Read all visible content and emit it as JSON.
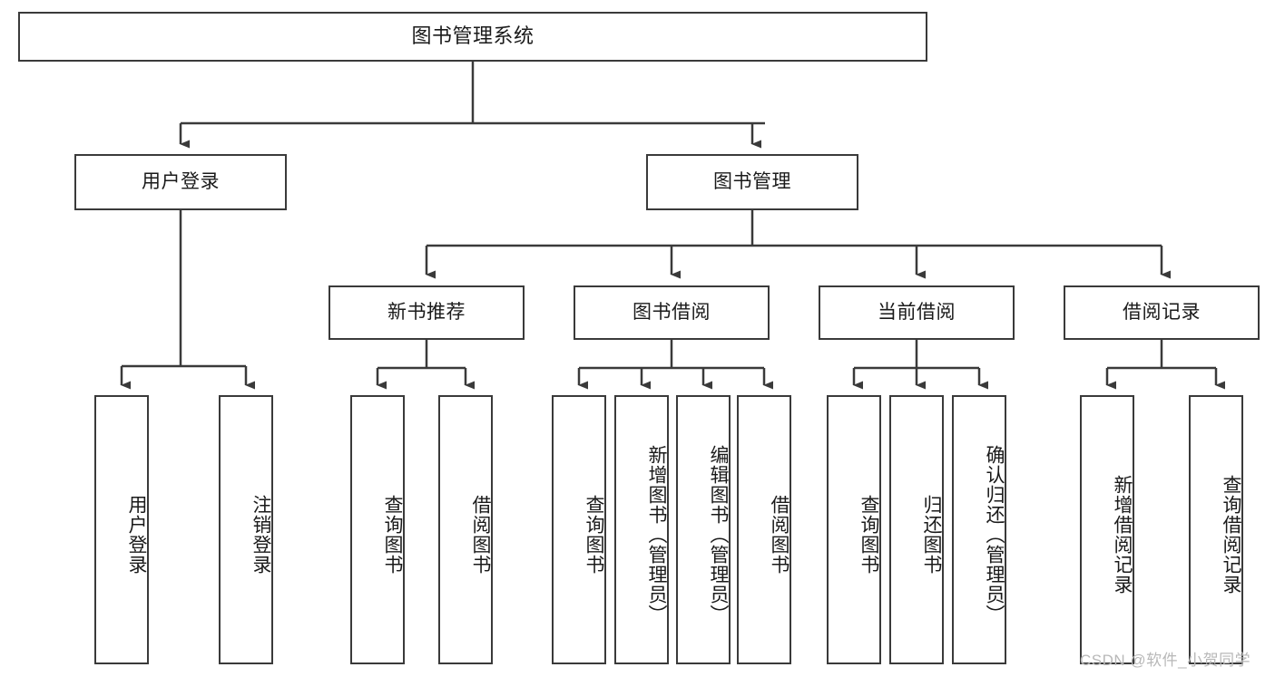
{
  "diagram": {
    "type": "tree",
    "title": "图书管理系统",
    "watermark": "CSDN @软件_小贺同学",
    "colors": {
      "stroke": "#3a3a3a",
      "fill": "#ffffff",
      "text": "#1a1a1a",
      "watermark": "#b8b8b8"
    },
    "nodes": {
      "root": "图书管理系统",
      "level2": [
        "用户登录",
        "图书管理"
      ],
      "level3": [
        "新书推荐",
        "图书借阅",
        "当前借阅",
        "借阅记录"
      ],
      "leaves": {
        "user_login": [
          "用户登录",
          "注销登录"
        ],
        "new_book": [
          "查询图书",
          "借阅图书"
        ],
        "book_borrow": [
          "查询图书",
          "新增图书（管理员）",
          "编辑图书（管理员）",
          "借阅图书"
        ],
        "current_borrow": [
          "查询图书",
          "归还图书",
          "确认归还（管理员）"
        ],
        "borrow_record": [
          "新增借阅记录",
          "查询借阅记录"
        ]
      }
    }
  }
}
